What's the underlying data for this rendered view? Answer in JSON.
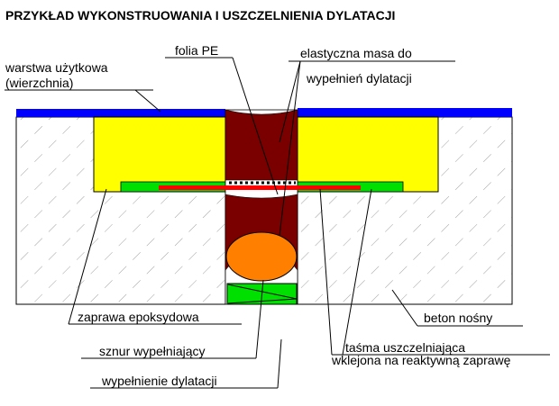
{
  "title": "PRZYKŁAD WYKONSTRUOWANIA I USZCZELNIENIA DYLATACJI",
  "labels": {
    "warstwa_1": "warstwa użytkowa",
    "warstwa_2": "(wierzchnia)",
    "folia": "folia PE",
    "masa_1": "elastyczna masa do",
    "masa_2": "wypełnień dylatacji",
    "zaprawa": "zaprawa epoksydowa",
    "beton": "beton nośny",
    "sznur": "sznur wypełniający",
    "tasma_1": "taśma uszczelniająca",
    "tasma_2": "wklejona na reaktywną zaprawę",
    "wypelnienie": "wypełnienie dylatacji"
  },
  "colors": {
    "wear_layer": "#0000ff",
    "epoxy_mortar": "#ffff00",
    "sealing_tape_bed": "#00e000",
    "sealing_tape": "#ff0000",
    "elastic_mass": "#7a0000",
    "backer_rod": "#ff8000",
    "joint_filler": "#00e000"
  }
}
